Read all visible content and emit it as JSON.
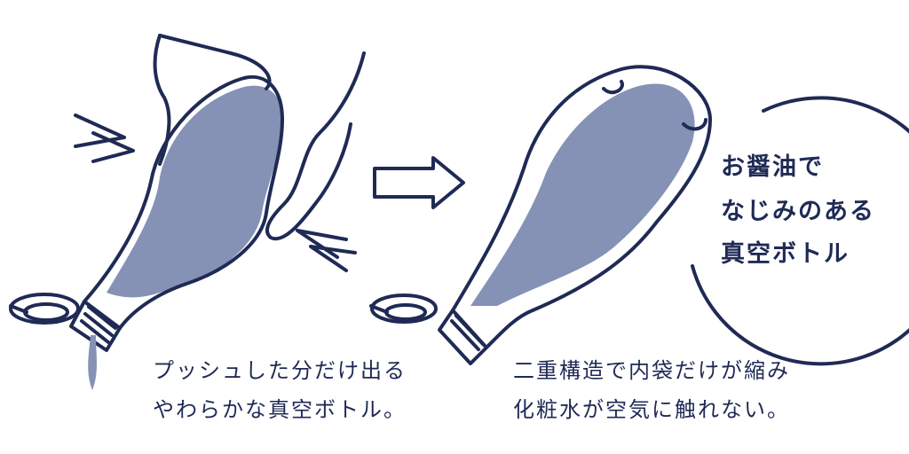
{
  "left_caption": {
    "line1": "プッシュした分だけ出る",
    "line2": "やわらかな真空ボトル。"
  },
  "right_caption": {
    "line1": "二重構造で内袋だけが縮み",
    "line2": "化粧水が空気に触れない。"
  },
  "badge": {
    "line1": "お醤油で",
    "line2": "なじみのある",
    "line3": "真空ボトル"
  },
  "colors": {
    "ink": "#1f2a55",
    "liquid": "#8592b6",
    "background": "#ffffff"
  },
  "icons": [
    "squeeze-arrow-icon",
    "right-arrow-icon",
    "bottle-illustration",
    "hand-illustration"
  ]
}
